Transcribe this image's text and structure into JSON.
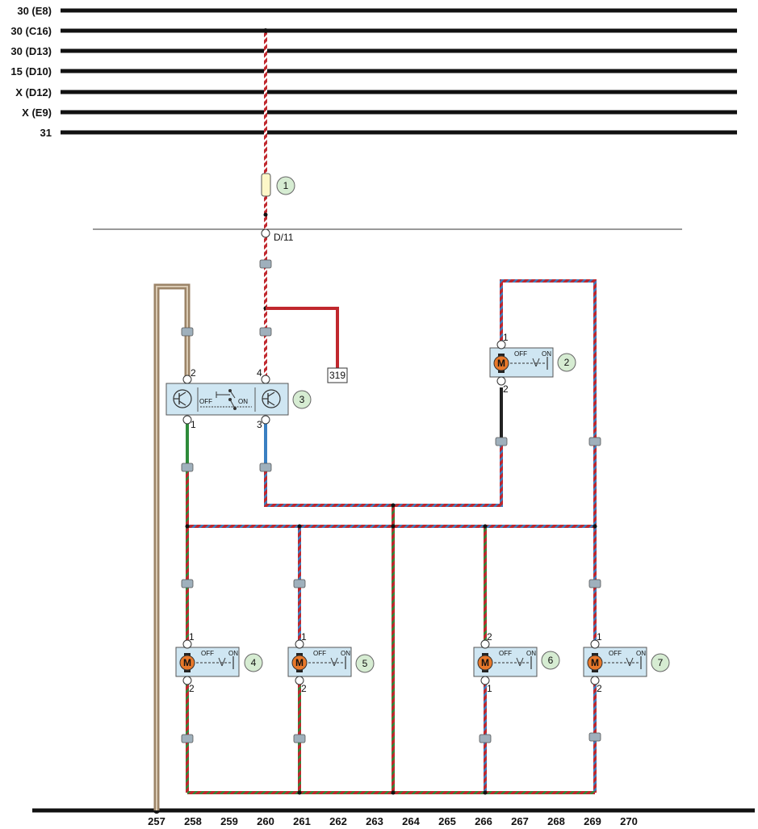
{
  "bus_lines": [
    "30 (E8)",
    "30 (C16)",
    "30 (D13)",
    "15 (D10)",
    "X (D12)",
    "X (E9)",
    "31"
  ],
  "connector_label": "D/11",
  "ref_box": "319",
  "components": {
    "fuse": {
      "callout": "1"
    },
    "motor_top": {
      "callout": "2",
      "pin_top": "1",
      "pin_bottom": "2",
      "motor_letter": "M",
      "off": "OFF",
      "on": "ON"
    },
    "switch": {
      "callout": "3",
      "pin_tl": "2",
      "pin_tr": "4",
      "pin_bl": "1",
      "pin_br": "3",
      "off": "OFF",
      "on": "ON"
    },
    "motor_4": {
      "callout": "4",
      "pin_top": "1",
      "pin_bottom": "2",
      "motor_letter": "M",
      "off": "OFF",
      "on": "ON"
    },
    "motor_5": {
      "callout": "5",
      "pin_top": "1",
      "pin_bottom": "2",
      "motor_letter": "M",
      "off": "OFF",
      "on": "ON"
    },
    "motor_6": {
      "callout": "6",
      "pin_top": "2",
      "pin_bottom": "1",
      "motor_letter": "M",
      "off": "OFF",
      "on": "ON"
    },
    "motor_7": {
      "callout": "7",
      "pin_top": "1",
      "pin_bottom": "2",
      "motor_letter": "M",
      "off": "OFF",
      "on": "ON"
    }
  },
  "grid_numbers": [
    "257",
    "258",
    "259",
    "260",
    "261",
    "262",
    "263",
    "264",
    "265",
    "266",
    "267",
    "268",
    "269",
    "270"
  ],
  "colors": {
    "bus": "#111111",
    "red": "#c0272d",
    "blue": "#3a7fc1",
    "green": "#2e8b3a",
    "brown": "#8b7355",
    "component_fill": "#cfe6f2",
    "motor_orange": "#e8782a",
    "callout_fill": "#d6ecd2"
  }
}
